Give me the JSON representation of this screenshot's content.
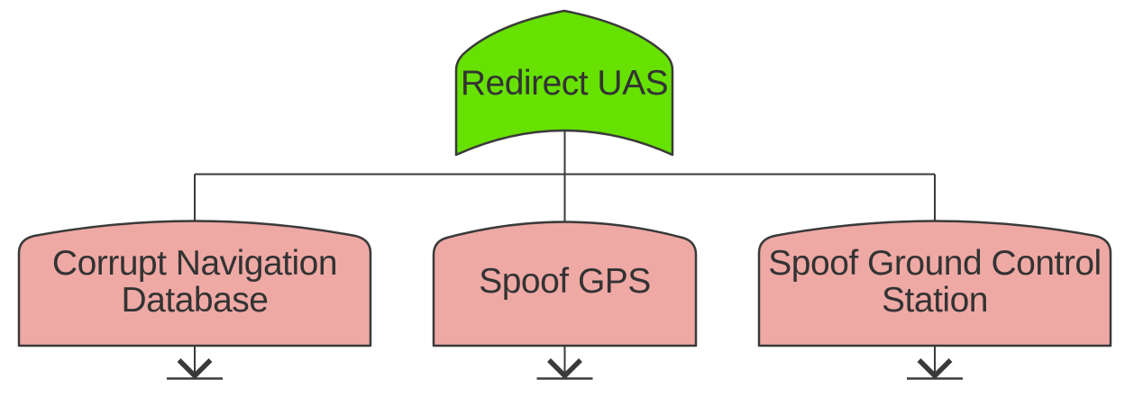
{
  "diagram": {
    "type": "attack-tree",
    "root": {
      "id": "redirect-uas",
      "label": "Redirect UAS"
    },
    "children": [
      {
        "id": "corrupt-navigation-database",
        "label": "Corrupt Navigation\nDatabase"
      },
      {
        "id": "spoof-gps",
        "label": "Spoof GPS"
      },
      {
        "id": "spoof-ground-control-station",
        "label": "Spoof Ground Control\nStation"
      }
    ]
  },
  "colors": {
    "background": "#ffffff",
    "root_fill": "#66e100",
    "child_fill": "#efa9a5",
    "stroke": "#3a3a3a",
    "text": "#333333"
  }
}
